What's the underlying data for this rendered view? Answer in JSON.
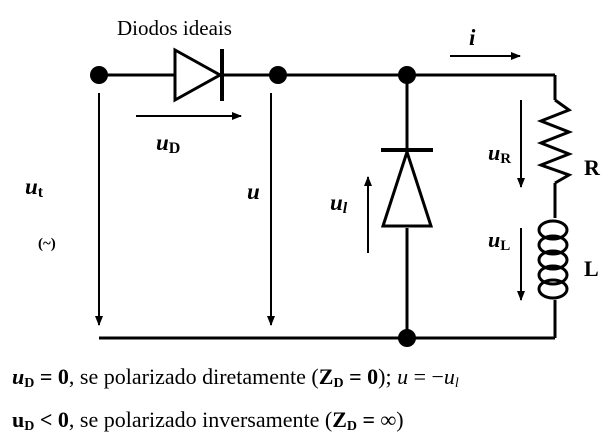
{
  "diagram": {
    "title": "Diodos ideais",
    "labels": {
      "ut_main": "u",
      "ut_sub": "t",
      "ut_note": "(~)",
      "uD_main": "u",
      "uD_sub": "D",
      "u": "u",
      "ul_main": "u",
      "ul_sub": "l",
      "i": "i",
      "uR_main": "u",
      "uR_sub": "R",
      "R": "R",
      "uL_main": "u",
      "uL_sub": "L",
      "L": "L"
    }
  },
  "captions": {
    "line1": {
      "a_main": "u",
      "a_sub": "D",
      "a_rel": " = 0",
      "text1": ", se polarizado diretamente (",
      "z_main": "Z",
      "z_sub": "D",
      "z_rel": " = 0",
      "text2": "); ",
      "eq_u": "u",
      "eq_mid": " = −",
      "eq_u2": "u",
      "eq_sub": "l"
    },
    "line2": {
      "a_main": "u",
      "a_sub": "D",
      "a_rel": " < 0",
      "text1": ", se polarizado inversamente (",
      "z_main": "Z",
      "z_sub": "D",
      "z_rel": " = ∞",
      "text2": ")"
    }
  }
}
